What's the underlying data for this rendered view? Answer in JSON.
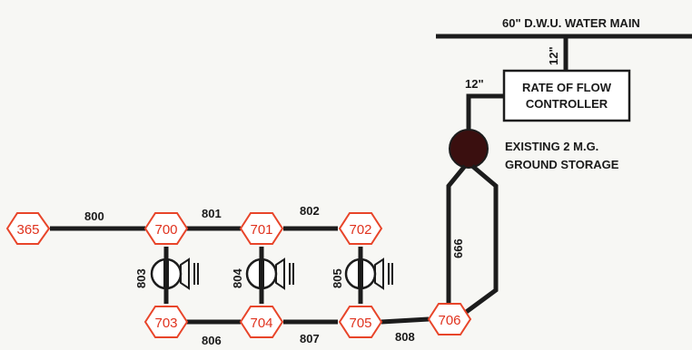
{
  "water_main": {
    "label": "60\" D.W.U. WATER MAIN"
  },
  "vertical_pipe": {
    "label": "12\""
  },
  "controller_pipe": {
    "label": "12\""
  },
  "controller": {
    "line1": "RATE OF FLOW",
    "line2": "CONTROLLER"
  },
  "storage": {
    "line1": "EXISTING 2 M.G.",
    "line2": "GROUND STORAGE",
    "fill": "#3a0f0f"
  },
  "nodes": {
    "n365": "365",
    "n700": "700",
    "n701": "701",
    "n702": "702",
    "n703": "703",
    "n704": "704",
    "n705": "705",
    "n706": "706"
  },
  "pipes": {
    "p800": "800",
    "p801": "801",
    "p802": "802",
    "p803": "803",
    "p804": "804",
    "p805": "805",
    "p806": "806",
    "p807": "807",
    "p808": "808",
    "p666": "666"
  },
  "colors": {
    "node_outline": "#e8452a",
    "node_text": "#e0321e",
    "pipe": "#1c1c1c"
  }
}
